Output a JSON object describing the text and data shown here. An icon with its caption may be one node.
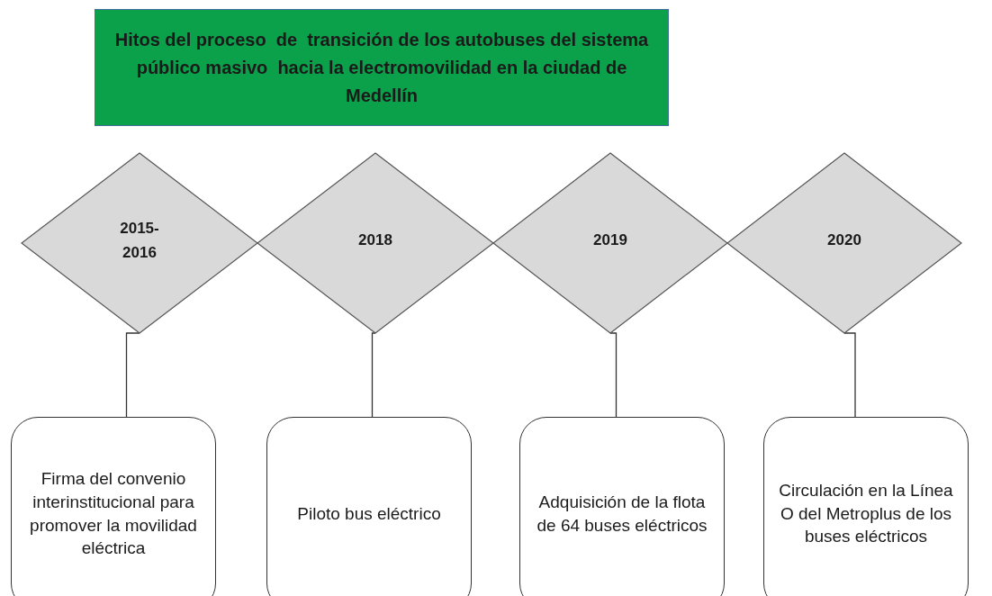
{
  "diagram": {
    "title": "Hitos del proceso  de  transición de los autobuses del sistema público masivo  hacia la electromovilidad en la ciudad de Medellín",
    "nodes": [
      {
        "text": [
          "2015- 2016"
        ]
      },
      {
        "text": [
          "2018"
        ]
      },
      {
        "text": [
          "2019"
        ]
      },
      {
        "text": [
          "2020"
        ]
      },
      {
        "text": [
          "Firma del convenio interinstitucional para promover la movilidad eléctrica"
        ]
      },
      {
        "text": [
          "Piloto bus eléctrico"
        ]
      },
      {
        "text": [
          "Adquisición de la flota de 64 buses eléctricos"
        ]
      },
      {
        "text": [
          "Circulación en la Línea O del Metroplus de los buses eléctricos"
        ]
      }
    ],
    "edges": [
      {
        "from": 0,
        "to": 4,
        "arrow": "none"
      },
      {
        "from": 1,
        "to": 5,
        "arrow": "none"
      },
      {
        "from": 2,
        "to": 6,
        "arrow": "none"
      },
      {
        "from": 3,
        "to": 7,
        "arrow": "none"
      }
    ]
  }
}
